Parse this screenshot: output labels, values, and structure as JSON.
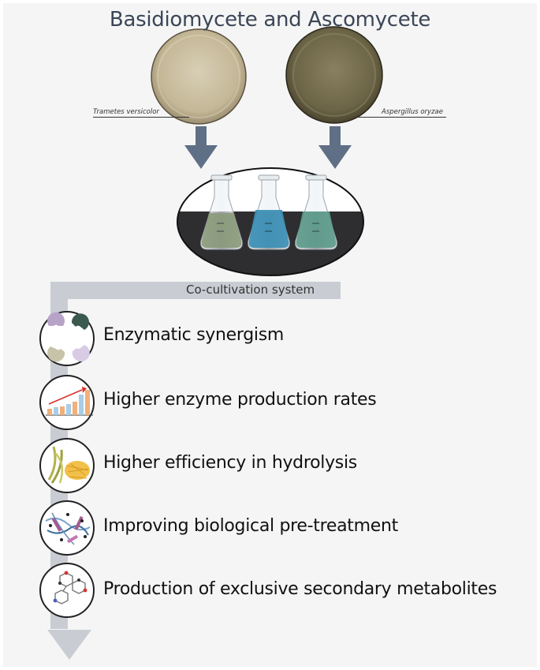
{
  "title": "Basidiomycete and Ascomycete",
  "fungi": [
    {
      "species": "Trametes versicolor"
    },
    {
      "species": "Aspergillus oryzae"
    }
  ],
  "system_label": "Co-cultivation system",
  "benefits": [
    {
      "label": "Enzymatic synergism",
      "icon": "enzyme-puzzle-icon"
    },
    {
      "label": "Higher enzyme production rates",
      "icon": "bar-chart-icon"
    },
    {
      "label": "Higher efficiency in hydrolysis",
      "icon": "straw-biomass-icon"
    },
    {
      "label": "Improving biological pre-treatment",
      "icon": "lignocellulose-fiber-icon"
    },
    {
      "label": "Production of exclusive secondary metabolites",
      "icon": "molecule-structure-icon"
    }
  ],
  "colors": {
    "title": "#3b4657",
    "arrow_down": "#5f6f86",
    "flow_bar": "#c9cdd3",
    "flask_left_liquid": "#8a9a7a",
    "flask_middle_liquid": "#3b8fb5",
    "flask_right_liquid": "#5b9a8a"
  }
}
